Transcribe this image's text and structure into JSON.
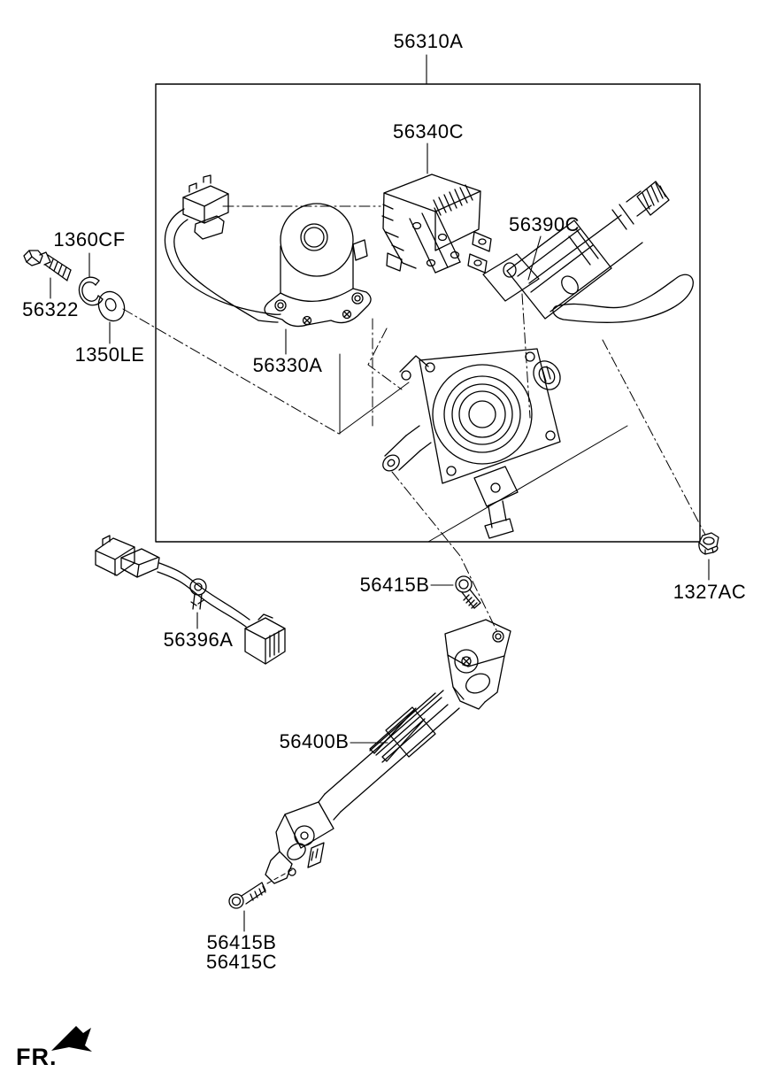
{
  "callouts": [
    {
      "part_number": "56310A"
    },
    {
      "part_number": "56340C"
    },
    {
      "part_number": "56390C"
    },
    {
      "part_number": "1360CF"
    },
    {
      "part_number": "56322"
    },
    {
      "part_number": "1350LE"
    },
    {
      "part_number": "56330A"
    },
    {
      "part_number": "56396A"
    },
    {
      "part_number": "56415B"
    },
    {
      "part_number": "1327AC"
    },
    {
      "part_number": "56400B"
    },
    {
      "part_number": "56415B"
    },
    {
      "part_number": "56415C"
    }
  ],
  "direction_indicator": {
    "label": "FR."
  },
  "colors": {
    "line": "#000000",
    "background": "#ffffff",
    "text": "#000000"
  }
}
